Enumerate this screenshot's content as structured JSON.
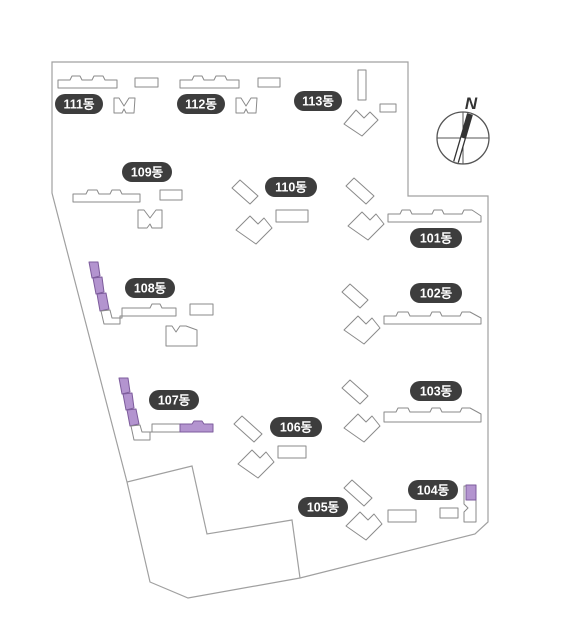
{
  "compass": {
    "label": "N"
  },
  "buildings": [
    {
      "id": "b111",
      "label": "111동",
      "highlight": false
    },
    {
      "id": "b112",
      "label": "112동",
      "highlight": false
    },
    {
      "id": "b113",
      "label": "113동",
      "highlight": false
    },
    {
      "id": "b109",
      "label": "109동",
      "highlight": false
    },
    {
      "id": "b110",
      "label": "110동",
      "highlight": false
    },
    {
      "id": "b101",
      "label": "101동",
      "highlight": false
    },
    {
      "id": "b108",
      "label": "108동",
      "highlight": true
    },
    {
      "id": "b102",
      "label": "102동",
      "highlight": false
    },
    {
      "id": "b107",
      "label": "107동",
      "highlight": true
    },
    {
      "id": "b106",
      "label": "106동",
      "highlight": false
    },
    {
      "id": "b103",
      "label": "103동",
      "highlight": false
    },
    {
      "id": "b104",
      "label": "104동",
      "highlight": true
    },
    {
      "id": "b105",
      "label": "105동",
      "highlight": false
    }
  ],
  "colors": {
    "highlight": "#b394cf",
    "badge": "#3d3d3d",
    "outline": "#a0a0a0"
  }
}
